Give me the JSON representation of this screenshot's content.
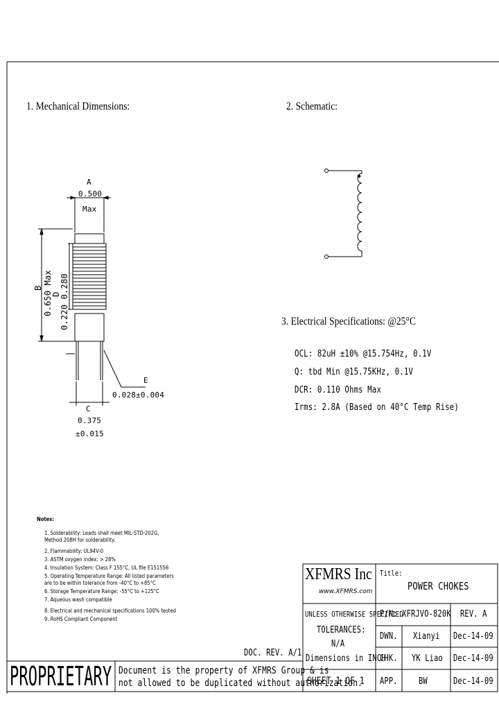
{
  "sections": {
    "mechanical": "1. Mechanical Dimensions:",
    "schematic": "2. Schematic:",
    "electrical": "3. Electrical   Specifications: @25°C"
  },
  "dimensions": {
    "a_label": "A",
    "a_value": "0.500",
    "a_note": "Max",
    "b_label": "B",
    "b_value": "0.650 Max",
    "d_label": "D",
    "d_value": "0.220  0.280",
    "e_label": "E",
    "e_value": "0.028±0.004",
    "c_label": "C",
    "c_value": "0.375",
    "c_tol": "±0.015"
  },
  "specs": [
    "OCL: 82uH ±10% @15.754Hz, 0.1V",
    "Q: tbd Min @15.75KHz, 0.1V",
    "DCR: 0.110 Ohms Max",
    "Irms: 2.8A (Based on 40°C Temp Rise)"
  ],
  "notes": {
    "heading": "Notes:",
    "items": [
      "1. Solderability: Leads shall meet MIL-STD-202G,",
      "    Method 208H for solderability.",
      "2. Flammability: UL94V-0",
      "3. ASTM oxygen index: > 28%",
      "4. Insulation System: Class F 155°C, UL file E151556",
      "5. Operating Temperature Range: All listed parameters",
      "    are to be within tolerance from -40°C to +85°C",
      "6. Storage Temperature Range: -55°C to +125°C",
      "7. Aqueous wash compatible",
      "8. Electrical and mechanical specifications 100% tested",
      "9. RoHS Compliant Component"
    ]
  },
  "title_block": {
    "company": "XFMRS Inc",
    "website": "www.XFMRS.com",
    "title_label": "Title:",
    "title": "POWER CHOKES",
    "unless": "UNLESS OTHERWISE SPECIFIED",
    "tolerances": "TOLERANCES:",
    "tol_value": "N/A",
    "dims_in": "Dimensions in INCH",
    "pn": "P/N: XFRJVO-820K",
    "rev": "REV. A",
    "dwn_label": "DWN.",
    "dwn_name": "Xianyi",
    "dwn_date": "Dec-14-09",
    "chk_label": "CHK.",
    "chk_name": "YK Liao",
    "chk_date": "Dec-14-09",
    "app_label": "APP.",
    "app_name": "BW",
    "app_date": "Dec-14-09",
    "sheet": "SHEET  1  OF  1",
    "doc_rev": "DOC. REV. A/1"
  },
  "proprietary": {
    "word": "PROPRIETARY",
    "line1": "Document is the property of XFMRS Group & is",
    "line2": "not allowed to be duplicated without authorization."
  }
}
